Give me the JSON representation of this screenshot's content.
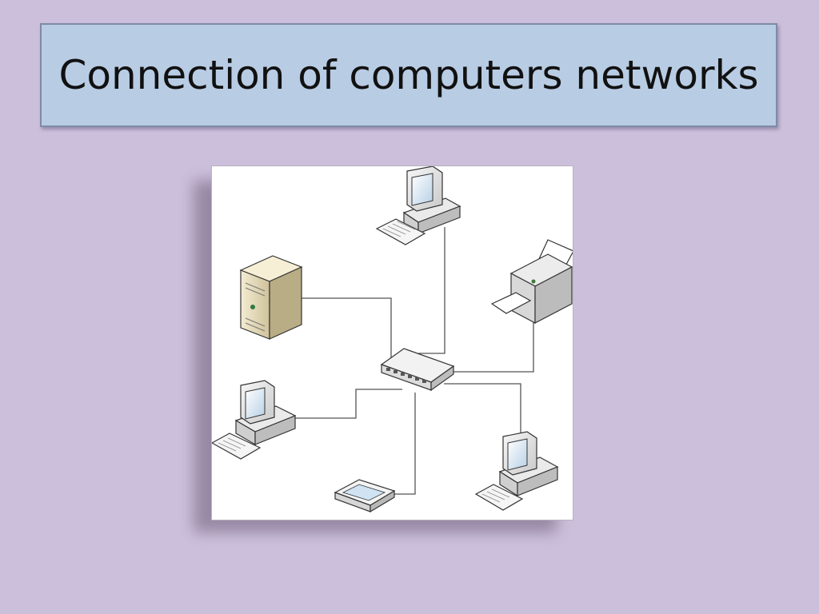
{
  "slide": {
    "title": "Connection of computers networks",
    "background_color": "#cbbfdb",
    "title_box_color": "#b8cce4"
  },
  "diagram": {
    "hub": "network-switch",
    "nodes": [
      {
        "id": "workstation-top",
        "icon": "desktop-computer-icon"
      },
      {
        "id": "printer",
        "icon": "printer-icon"
      },
      {
        "id": "server",
        "icon": "server-tower-icon"
      },
      {
        "id": "workstation-left",
        "icon": "desktop-computer-icon"
      },
      {
        "id": "scanner",
        "icon": "flatbed-scanner-icon"
      },
      {
        "id": "workstation-right",
        "icon": "desktop-computer-icon"
      }
    ],
    "line_color": "#555555"
  }
}
